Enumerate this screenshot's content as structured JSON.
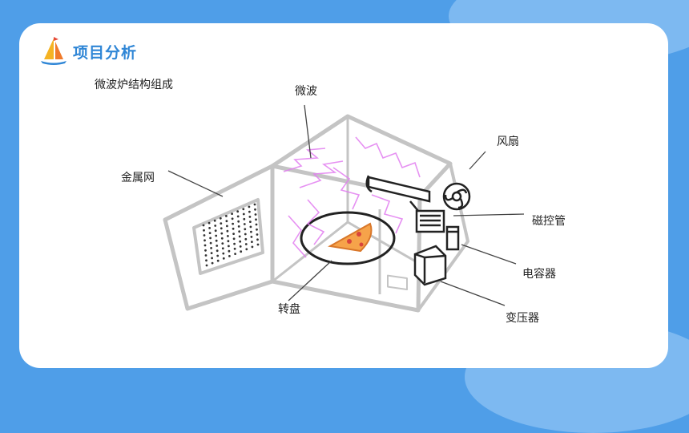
{
  "header": {
    "title": "项目分析"
  },
  "subtitle": "微波炉结构组成",
  "labels": {
    "microwave": "微波",
    "fan": "风扇",
    "metal_mesh": "金属网",
    "magnetron": "磁控管",
    "capacitor": "电容器",
    "turntable": "转盘",
    "transformer": "变压器"
  },
  "colors": {
    "background": "#4f9ee8",
    "accent": "#2f86d6",
    "wave": "#e27ef0"
  }
}
